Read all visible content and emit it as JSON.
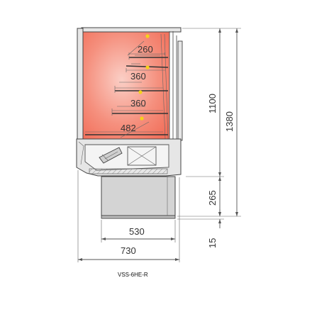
{
  "diagram": {
    "caption": "VSS-6HE-R",
    "colors": {
      "display_fill": "#f2705b",
      "display_glow": "#fbcfc6",
      "base_fill": "#d4d4d4",
      "casing_fill": "#e6e6e6",
      "indicator_dot": "#f5d21a",
      "line": "#555555"
    },
    "shelf_depths": [
      "260",
      "360",
      "360",
      "482"
    ],
    "dimensions": {
      "display_height": "1100",
      "total_height": "1380",
      "base_height": "265",
      "foot_height": "15",
      "base_width": "530",
      "total_width": "730"
    }
  }
}
